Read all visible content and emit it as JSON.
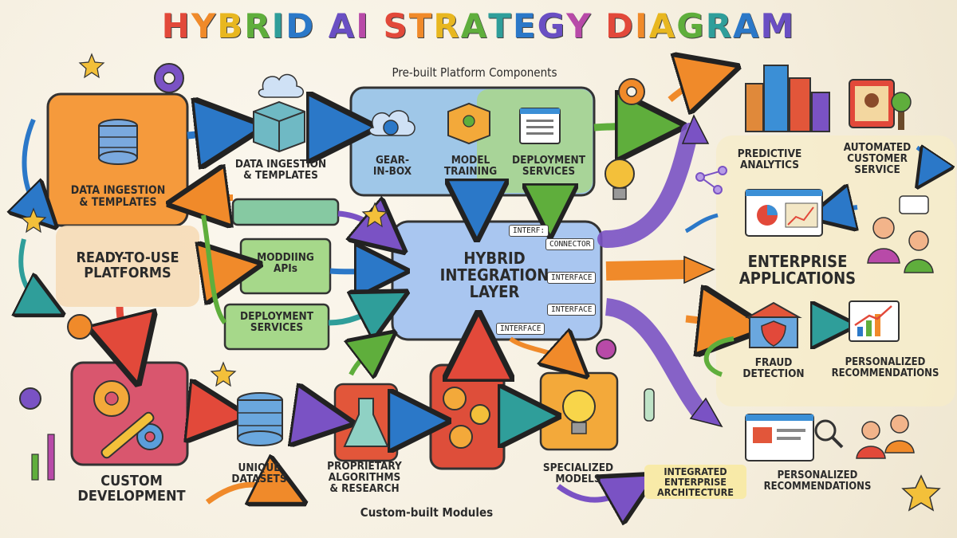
{
  "title": "HYBRID AI STRATEGY DIAGRAM",
  "title_colors": [
    "#e2493a",
    "#f08a2a",
    "#e8b720",
    "#5fae3c",
    "#2f9e9a",
    "#2b78c8",
    "#6a4fc3",
    "#b84aa8",
    "#e2493a",
    "#f08a2a",
    "#e8b720",
    "#5fae3c",
    "#2f9e9a",
    "#2b78c8",
    "#6a4fc3",
    "#b84aa8",
    "#e2493a",
    "#f08a2a",
    "#e8b720",
    "#5fae3c",
    "#2f9e9a",
    "#2b78c8",
    "#6a4fc3",
    "#b84aa8",
    "#e2493a",
    "#f08a2a"
  ],
  "platform": {
    "header": "Pre-built Platform Components",
    "gear_in_box": "GEAR-\nIN-BOX",
    "model_training": "MODEL\nTRAINING",
    "deployment_services": "DEPLOYMENT\nSERVICES",
    "data_ingestion_top": "DATA INGESTION\n& TEMPLATES"
  },
  "left": {
    "data_ingestion": "DATA INGESTION\n& TEMPLATES",
    "ready_to_use": "READY-TO-USE\nPLATFORMS",
    "custom_development": "CUSTOM\nDEVELOPMENT"
  },
  "middle": {
    "modding_apis": "MODDIING\nAPIs",
    "deployment_services": "DEPLOYMENT\nSERVICES"
  },
  "hub": {
    "title": "HYBRID\nINTEGRATION\nLAYER",
    "interfaces": [
      "INTERF:",
      "CONNECTOR",
      "INTERFACE",
      "INTERFACE",
      "INTERFACE"
    ]
  },
  "bottom": {
    "unique_datasets": "UNIQUE\nDATASETS",
    "proprietary": "PROPRIETARY\nALGORITHMS\n& RESEARCH",
    "specialized_models": "SPECIALIZED\nMODELS",
    "custom_modules": "Custom-built Modules",
    "integrated_arch": "INTEGRATED\nENTERPRISE\nARCHITECTURE"
  },
  "right": {
    "predictive": "PREDICTIVE\nANALYTICS",
    "automated": "AUTOMATED\nCUSTOMER\nSERVICE",
    "enterprise": "ENTERPRISE\nAPPLICATIONS",
    "fraud": "FRAUD\nDETECTION",
    "personalized_1": "PERSONALIZED\nRECOMMENDATIONS",
    "personalized_2": "PERSONALIZED\nRECOMMENDATIONS"
  }
}
